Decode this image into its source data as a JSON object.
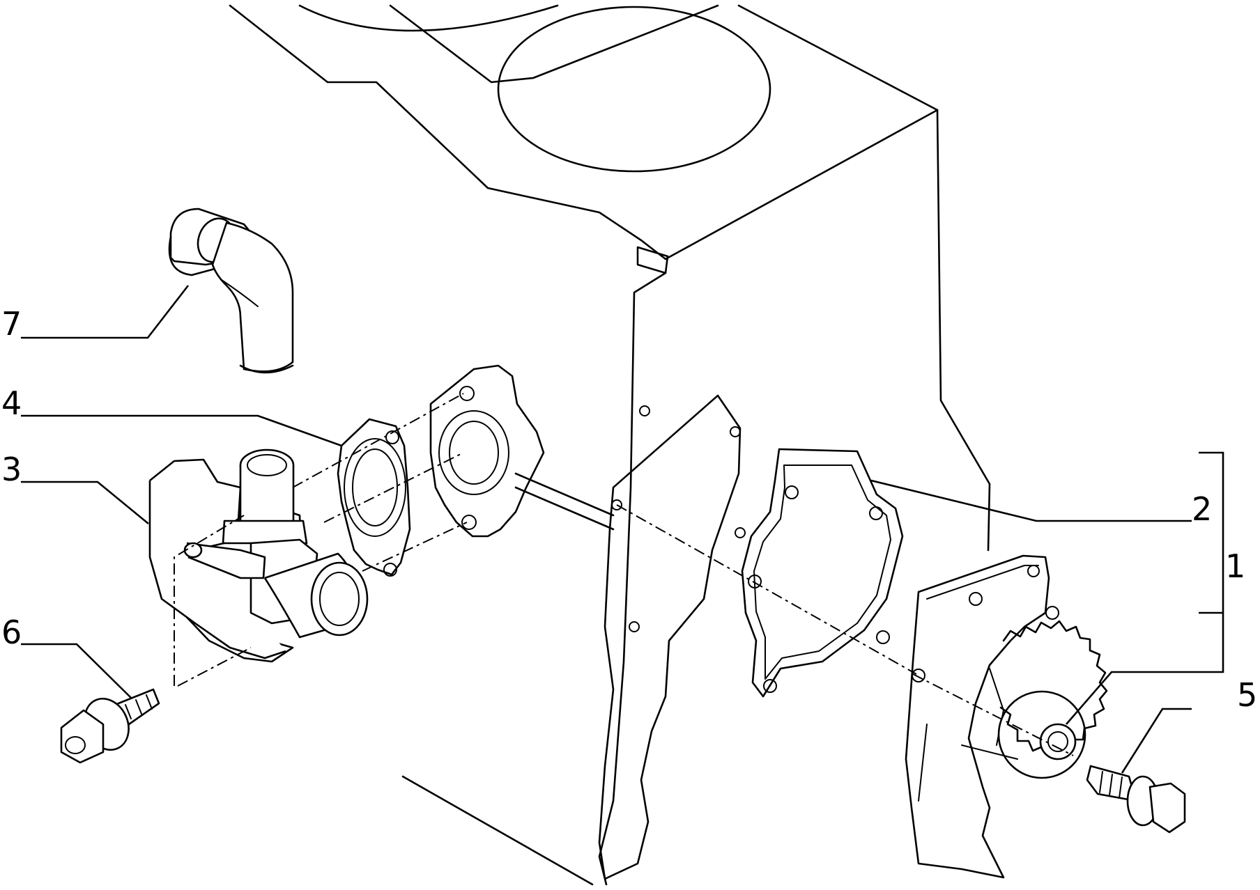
{
  "callouts": [
    {
      "number": "7"
    },
    {
      "number": "4"
    },
    {
      "number": "3"
    },
    {
      "number": "6"
    },
    {
      "number": "2"
    },
    {
      "number": "1"
    },
    {
      "number": "5"
    }
  ]
}
